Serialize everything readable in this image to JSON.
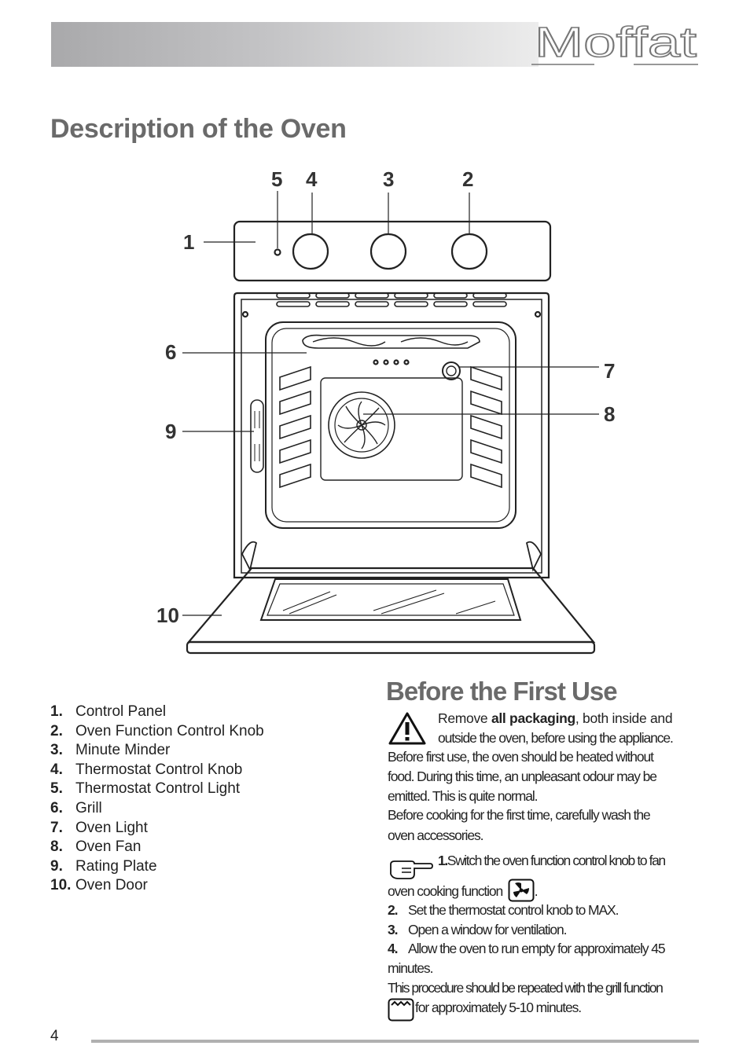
{
  "brand": "Moffat",
  "page_title": "Description of the Oven",
  "diagram_callouts": [
    "1",
    "2",
    "3",
    "4",
    "5",
    "6",
    "7",
    "8",
    "9",
    "10"
  ],
  "parts": [
    {
      "num": "1.",
      "label": "Control  Panel"
    },
    {
      "num": "2.",
      "label": "Oven  Function  Control Knob"
    },
    {
      "num": "3.",
      "label": "Minute  Minder"
    },
    {
      "num": "4.",
      "label": "Thermostat  Control  Knob"
    },
    {
      "num": "5.",
      "label": "Thermostat  Control  Light"
    },
    {
      "num": "6.",
      "label": "Grill"
    },
    {
      "num": "7.",
      "label": "Oven  Light"
    },
    {
      "num": "8.",
      "label": "Oven  Fan"
    },
    {
      "num": "9.",
      "label": "Rating  Plate"
    },
    {
      "num": "10.",
      "label": "Oven  Door"
    }
  ],
  "before_use": {
    "heading": "Before the First Use",
    "warning_pre": "Remove ",
    "warning_bold": "all packaging",
    "warning_post": ", both inside and",
    "line2": "outside the oven, before using the appliance.",
    "line3": "Before first use, the oven should be heated without",
    "line4": "food. During this time, an unpleasant odour may be",
    "line5": "emitted. This is quite normal.",
    "line6": "Before cooking for the first time, carefully wash the",
    "line7": "oven accessories.",
    "step1_num": "1.",
    "step1_text": "Switch the oven function control knob to fan",
    "step1_cont": "oven cooking  function",
    "step1_end": ".",
    "step2_num": "2.",
    "step2_text": "Set the thermostat control knob to MAX.",
    "step3_num": "3.",
    "step3_text": "Open a window for ventilation.",
    "step4_num": "4.",
    "step4_text": "Allow the oven to run empty for approximately 45",
    "step4_cont": "minutes.",
    "repeat_line": "This procedure should be repeated with the grill function",
    "repeat_cont": "for approximately 5-10 minutes."
  },
  "page_number": "4",
  "icons": [
    "warning-triangle-icon",
    "pointing-hand-icon",
    "fan-icon",
    "grill-icon"
  ]
}
